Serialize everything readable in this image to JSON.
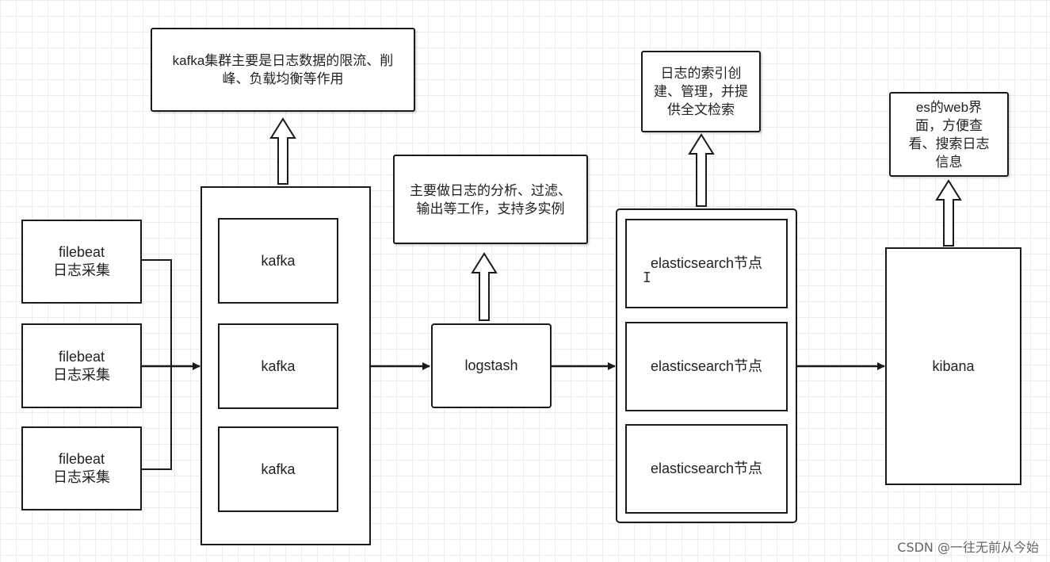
{
  "notes": {
    "kafka": "kafka集群主要是日志数据的限流、削峰、负载均衡等作用",
    "logstash": "主要做日志的分析、过滤、输出等工作，支持多实例",
    "es": "日志的索引创建、管理，并提供全文检索",
    "kibana": "es的web界面，方便查看、搜索日志信息"
  },
  "filebeat": [
    "filebeat\n日志采集",
    "filebeat\n日志采集",
    "filebeat\n日志采集"
  ],
  "kafka": [
    "kafka",
    "kafka",
    "kafka"
  ],
  "logstash": "logstash",
  "elasticsearch": [
    "elasticsearch节点",
    "elasticsearch节点",
    "elasticsearch节点"
  ],
  "kibana": "kibana",
  "watermark": "CSDN @一往无前从今始"
}
